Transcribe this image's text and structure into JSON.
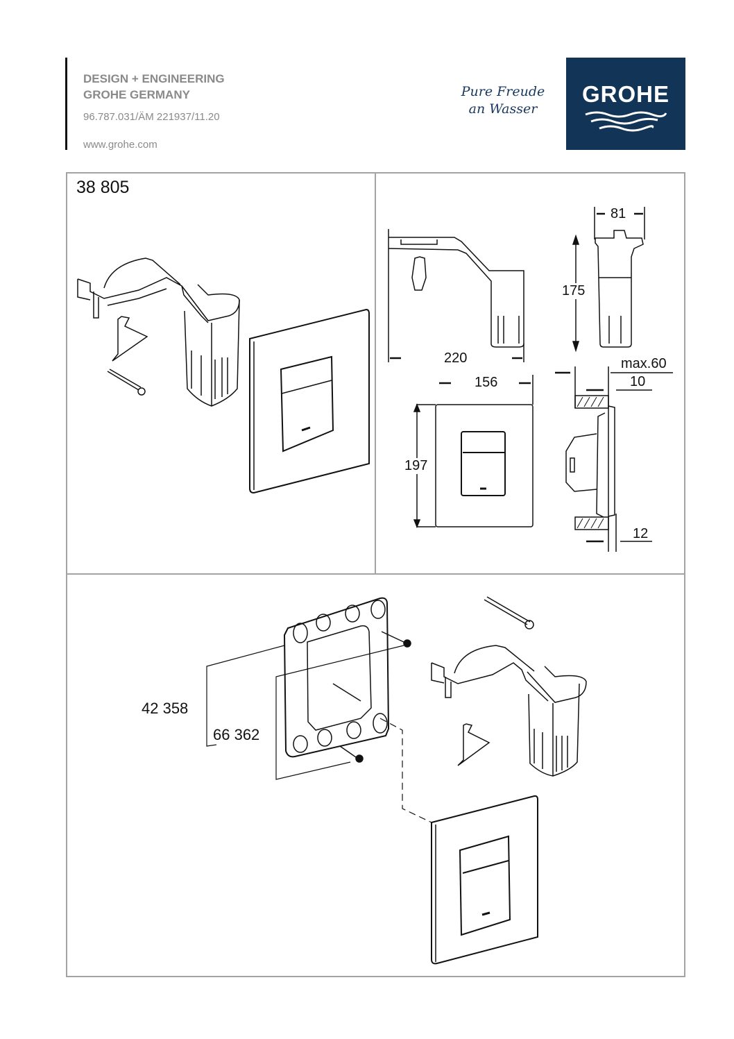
{
  "header": {
    "line1": "DESIGN + ENGINEERING",
    "line2": "GROHE GERMANY",
    "doc_code": "96.787.031/ÄM 221937/11.20",
    "website": "www.grohe.com",
    "slogan_line1": "Pure Freude",
    "slogan_line2": "an Wasser",
    "logo_text": "GROHE",
    "brand_color": "#123456"
  },
  "panel_overview": {
    "article_number": "38 805"
  },
  "panel_dimensions": {
    "bracket_width": "220",
    "basket_width": "81",
    "basket_height": "175",
    "plate_width": "156",
    "plate_height": "197",
    "wall_depth_max": "max.60",
    "offset_top": "10",
    "plate_thickness": "12"
  },
  "panel_exploded": {
    "part_frame": "42 358",
    "part_screws": "66 362"
  }
}
